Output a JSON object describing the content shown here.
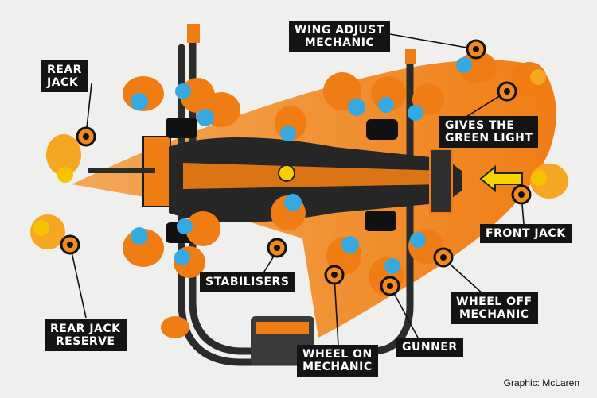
{
  "colors": {
    "accent": "#f28a1e",
    "team_orange": "#f07d13",
    "helmet_blue": "#36a9e1",
    "label_bg": "#141414",
    "dark_car": "#2a2a2a",
    "background": "#efefee"
  },
  "labels": {
    "rear_jack": "REAR\nJACK",
    "wing_adjust": "WING ADJUST\nMECHANIC",
    "green_light": "GIVES THE\nGREEN LIGHT",
    "front_jack": "FRONT JACK",
    "stabilisers": "STABILISERS",
    "wheel_off": "WHEEL OFF\nMECHANIC",
    "rear_jack_reserve": "REAR JACK\nRESERVE",
    "gunner": "GUNNER",
    "wheel_on": "WHEEL ON\nMECHANIC"
  },
  "credit": "Graphic: McLaren"
}
